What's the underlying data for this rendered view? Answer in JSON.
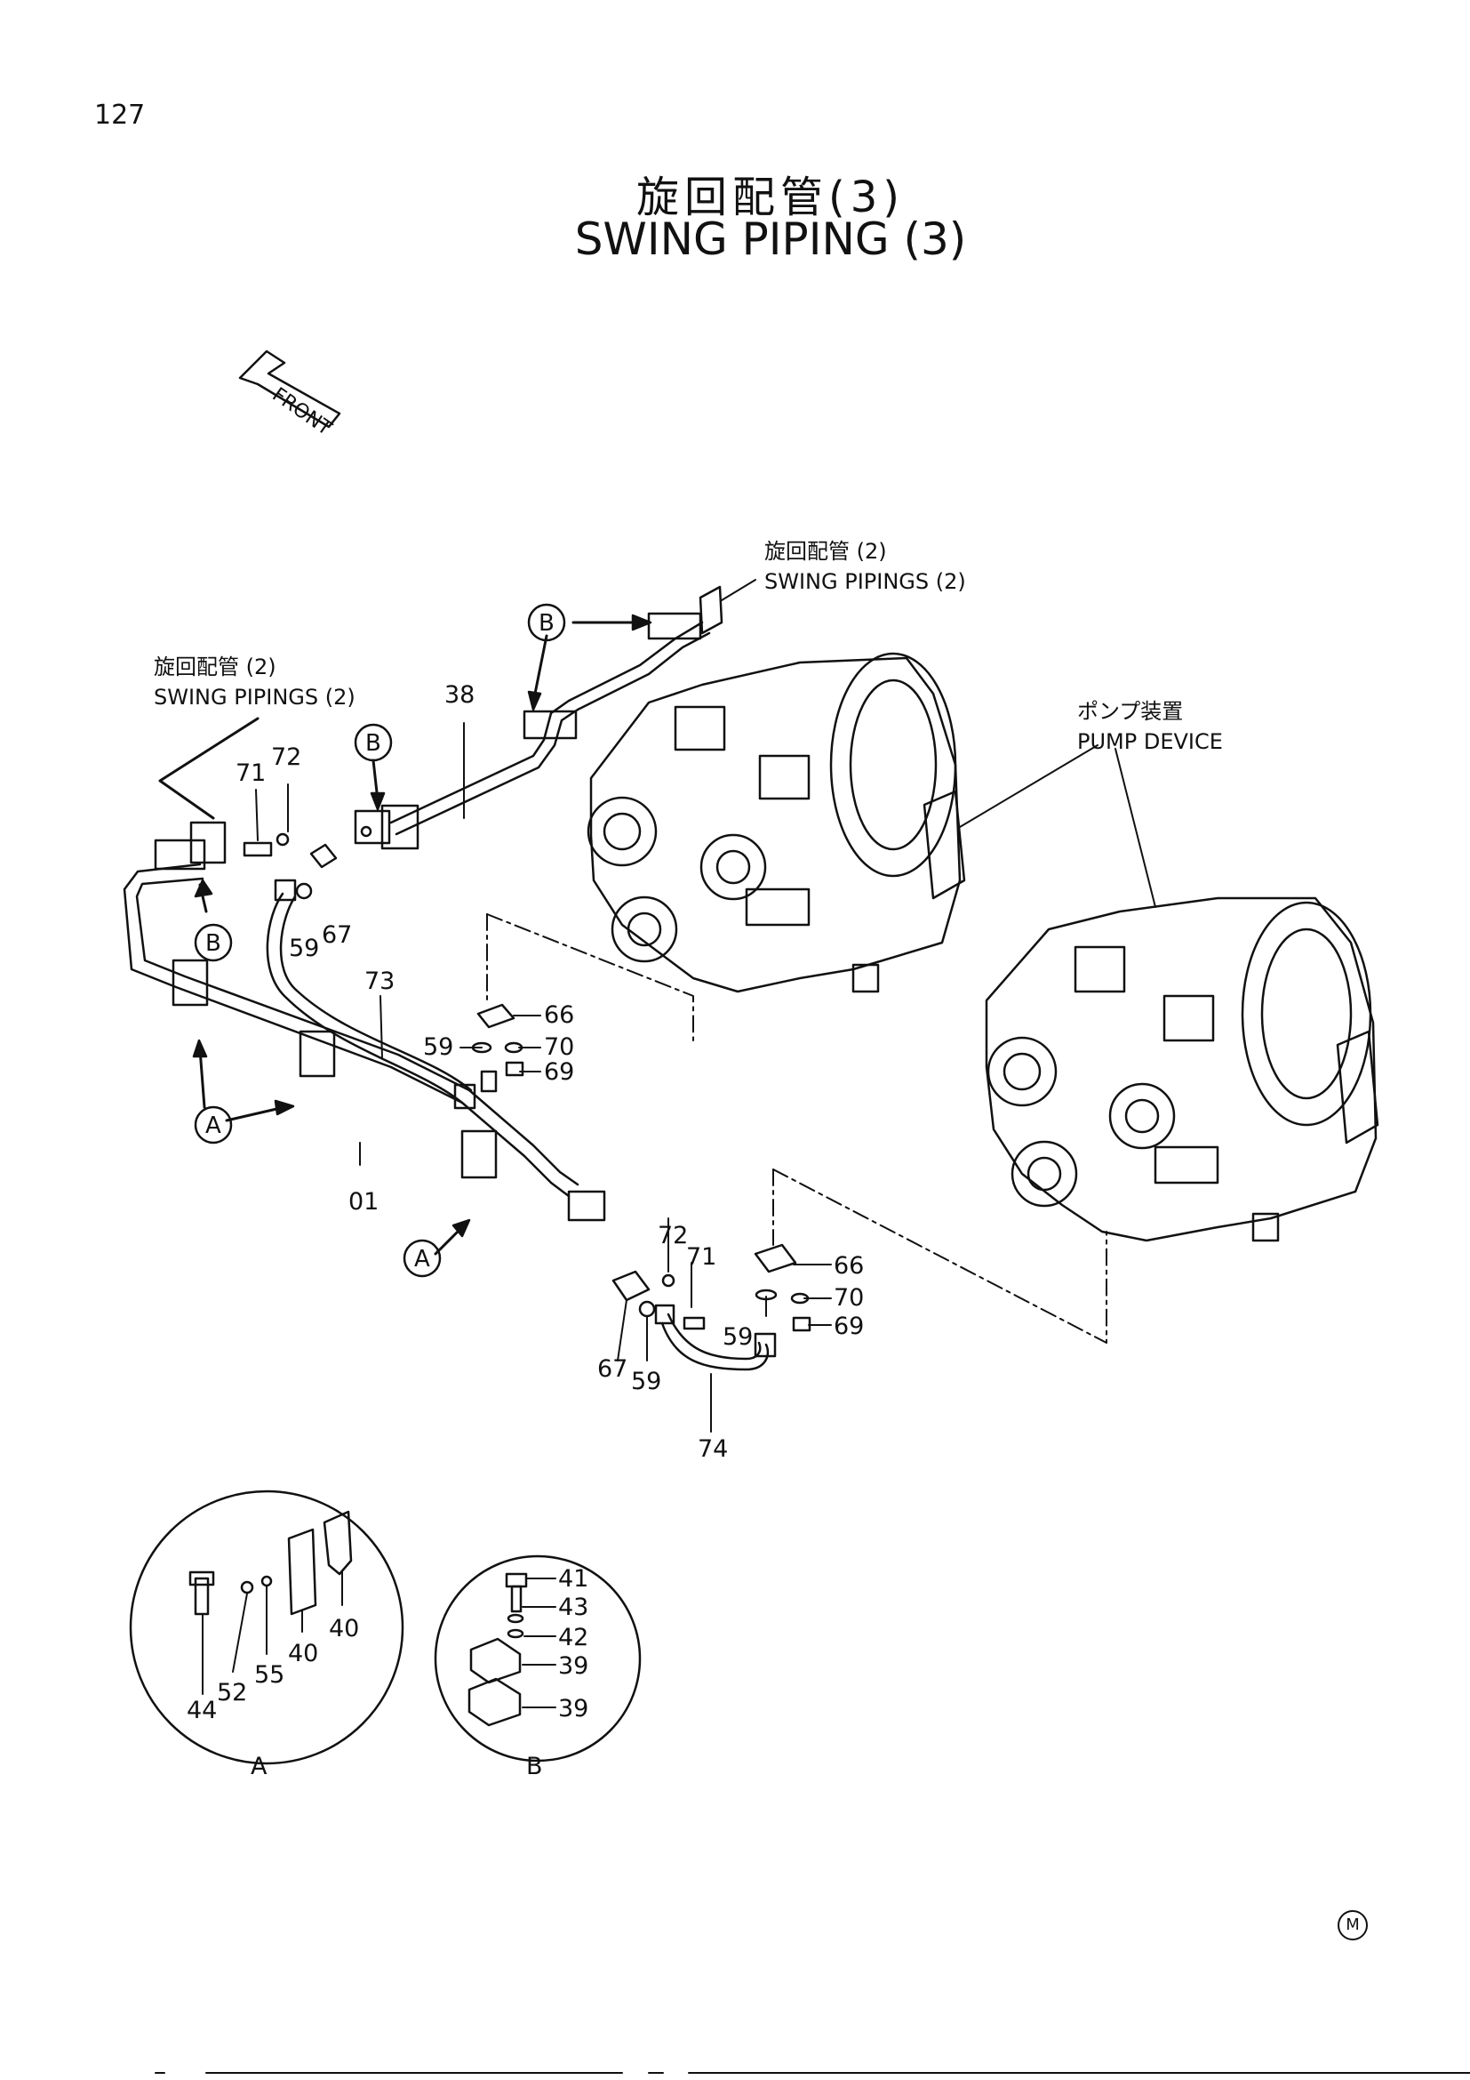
{
  "page": {
    "number": "127"
  },
  "title": {
    "jp": "旋回配管(3)",
    "en": "SWING   PIPING (3)"
  },
  "front_marker": {
    "label": "FRONT"
  },
  "callouts": {
    "top_right_jp": "旋回配管 (2)",
    "top_right_en": "SWING  PIPINGS  (2)",
    "top_left_jp": "旋回配管 (2)",
    "top_left_en": "SWING  PIPINGS  (2)",
    "pump_jp": "ポンプ装置",
    "pump_en": "PUMP  DEVICE"
  },
  "part_labels": {
    "p38": "38",
    "p71a": "71",
    "p72a": "72",
    "p59a": "59",
    "p67a": "67",
    "p73": "73",
    "p66a": "66",
    "p59b": "59",
    "p70a": "70",
    "p69a": "69",
    "p01": "01",
    "p72b": "72",
    "p71b": "71",
    "p66b": "66",
    "p59c": "59",
    "p70b": "70",
    "p69b": "69",
    "p67b": "67",
    "p59d": "59",
    "p74": "74"
  },
  "detail_a": {
    "letter": "A",
    "labels": {
      "p44": "44",
      "p52": "52",
      "p55": "55",
      "p40a": "40",
      "p40b": "40"
    }
  },
  "detail_b": {
    "letter": "B",
    "labels": {
      "p41": "41",
      "p43": "43",
      "p42": "42",
      "p39a": "39",
      "p39b": "39"
    }
  },
  "markers": {
    "a": "A",
    "b": "B"
  },
  "footer": {
    "mark": "M"
  }
}
